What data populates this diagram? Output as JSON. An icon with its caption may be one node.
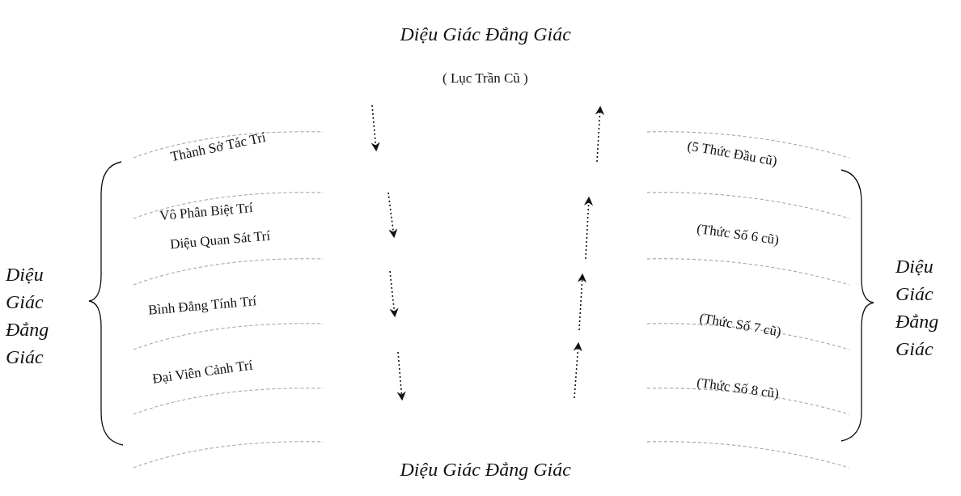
{
  "diagram": {
    "title": "Diệu Giác Đẳng Giác",
    "caption": "Diệu Giác Đẳng Giác",
    "labels": [
      "( Lục Trần Cũ )",
      "Thành Sở Tác Trí",
      "(5 Thức Đầu cũ)",
      "Vô Phân Biệt Trí",
      "(Thức Số 6 cũ)",
      "Diệu Quan Sát Trí",
      "Diệu Giác Đẳng Giác",
      "Diệu Giác Đẳng Giác",
      "Bình Đẳng Tính Trí",
      "(Thức Số 7 cũ)",
      "Đại Viên Cảnh Trí",
      "(Thức Số 8 cũ)"
    ]
  }
}
